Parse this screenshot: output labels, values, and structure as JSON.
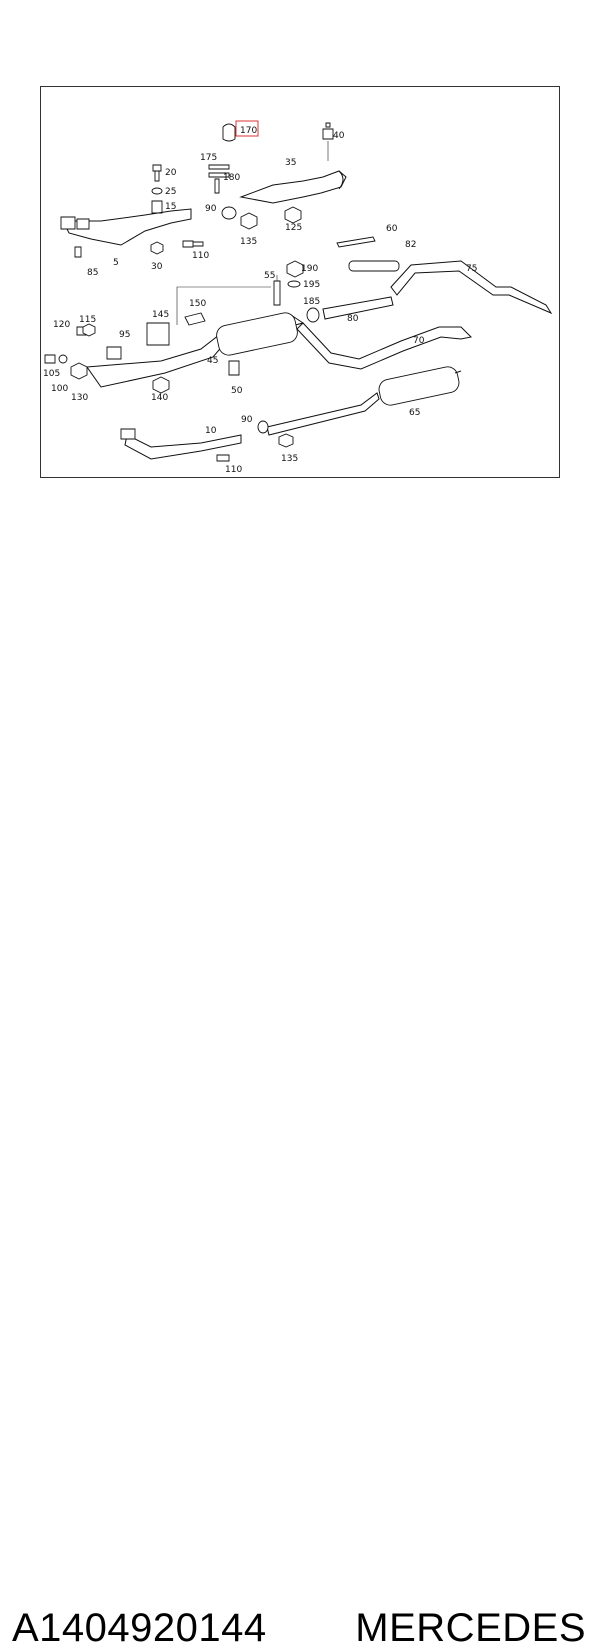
{
  "diagram": {
    "labels": {
      "p170": "170",
      "p40": "40",
      "p175": "175",
      "p35": "35",
      "p20": "20",
      "p180": "180",
      "p25": "25",
      "p15": "15",
      "p90a": "90",
      "p125": "125",
      "p135a": "135",
      "p110a": "110",
      "p5": "5",
      "p85": "85",
      "p30": "30",
      "p60": "60",
      "p82": "82",
      "p75": "75",
      "p55": "55",
      "p190": "190",
      "p195": "195",
      "p150": "150",
      "p185": "185",
      "p80": "80",
      "p145": "145",
      "p115": "115",
      "p120": "120",
      "p95": "95",
      "p45": "45",
      "p70": "70",
      "p105": "105",
      "p100": "100",
      "p130": "130",
      "p140": "140",
      "p50": "50",
      "p65": "65",
      "p10": "10",
      "p90b": "90",
      "p135b": "135",
      "p110b": "110"
    }
  },
  "caption": {
    "part_number": "A1404920144",
    "brand": "MERCEDES"
  }
}
